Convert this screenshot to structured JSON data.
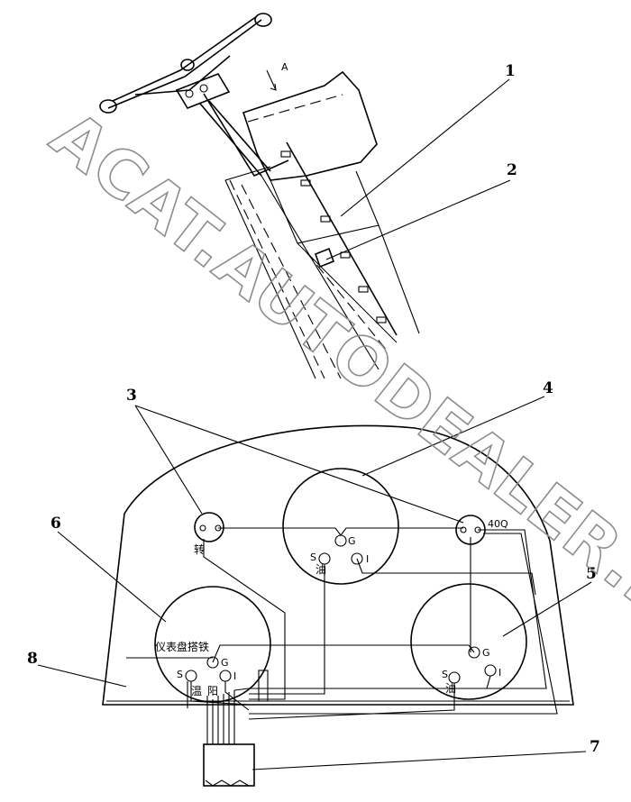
{
  "callouts": [
    "1",
    "2",
    "3",
    "4",
    "5",
    "6",
    "7",
    "8"
  ],
  "view_marker": "A",
  "gauge_pins": {
    "sensor": "S",
    "ground": "G",
    "ignition": "I"
  },
  "labels": {
    "left_lamp": "转",
    "right_lamp": "40Q",
    "top_gauge_s": "油",
    "panel_ground": "仪表盘搭铁",
    "left_gauge_s": "温",
    "left_gauge_i": "阳",
    "right_gauge_s": "油"
  },
  "watermark": "ACAT.AUTODEALER.RU"
}
